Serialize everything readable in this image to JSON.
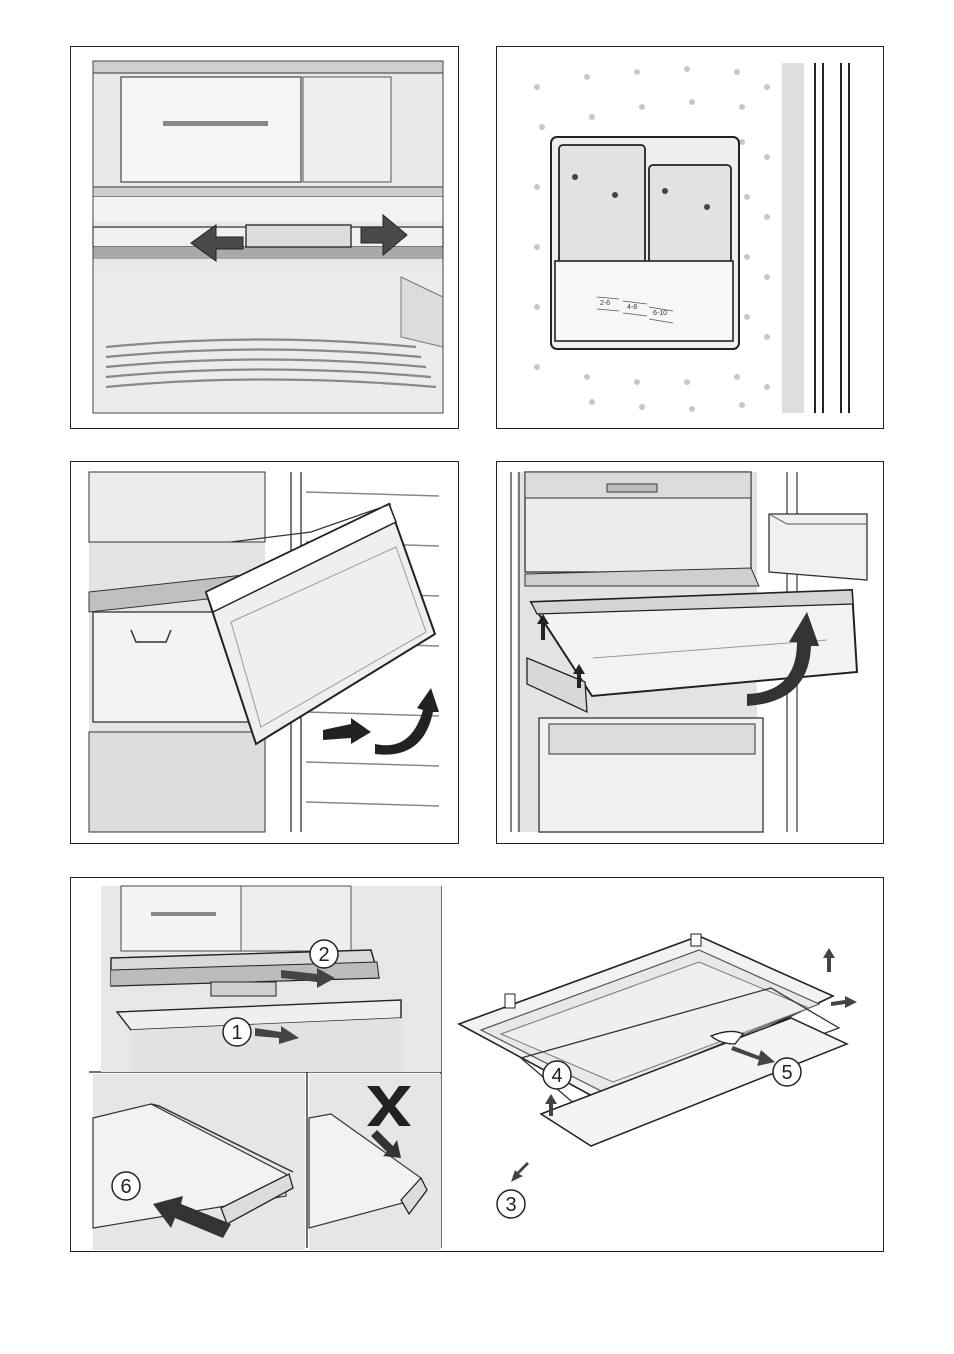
{
  "panel2": {
    "control_labels": [
      "2-6",
      "4-8",
      "6-10"
    ]
  },
  "panel5": {
    "step_numbers": [
      "1",
      "2",
      "3",
      "4",
      "5",
      "6"
    ]
  },
  "colors": {
    "line": "#222222",
    "shade_light": "#ececec",
    "shade_mid": "#d6d6d6",
    "shade_dark": "#9a9a9a",
    "arrow": "#555555"
  }
}
